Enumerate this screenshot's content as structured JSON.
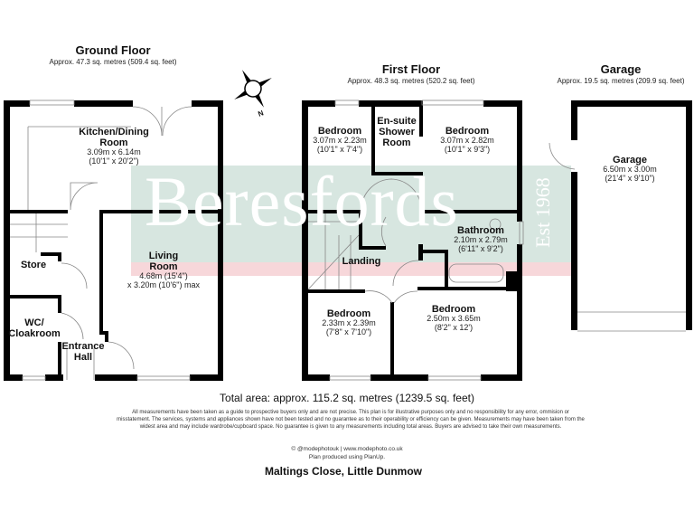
{
  "floors": [
    {
      "title": "Ground Floor",
      "area": "Approx. 47.3 sq. metres (509.4 sq. feet)"
    },
    {
      "title": "First Floor",
      "area": "Approx. 48.3 sq. metres (520.2 sq. feet)"
    },
    {
      "title": "Garage",
      "area": "Approx. 19.5 sq. metres (209.9 sq. feet)"
    }
  ],
  "rooms": {
    "kitchen": {
      "name1": "Kitchen/Dining",
      "name2": "Room",
      "dim1": "3.09m x 6.14m",
      "dim2": "(10'1\" x 20'2\")"
    },
    "living": {
      "name1": "Living",
      "name2": "Room",
      "dim1": "4.68m (15'4\")",
      "dim2": "x 3.20m (10'6\") max"
    },
    "store": {
      "name1": "Store"
    },
    "wc": {
      "name1": "WC/",
      "name2": "Cloakroom"
    },
    "hall": {
      "name1": "Entrance",
      "name2": "Hall"
    },
    "bed1": {
      "name1": "Bedroom",
      "dim1": "3.07m x 2.23m",
      "dim2": "(10'1\" x 7'4\")"
    },
    "ensuite": {
      "name1": "En-suite",
      "name2": "Shower",
      "name3": "Room"
    },
    "bed2": {
      "name1": "Bedroom",
      "dim1": "3.07m x 2.82m",
      "dim2": "(10'1\" x 9'3\")"
    },
    "bathroom": {
      "name1": "Bathroom",
      "dim1": "2.10m x 2.79m",
      "dim2": "(6'11\" x 9'2\")"
    },
    "landing": {
      "name1": "Landing"
    },
    "bed3": {
      "name1": "Bedroom",
      "dim1": "2.33m x 2.39m",
      "dim2": "(7'8\" x 7'10\")"
    },
    "bed4": {
      "name1": "Bedroom",
      "dim1": "2.50m x 3.65m",
      "dim2": "(8'2\" x 12')"
    },
    "garage": {
      "name1": "Garage",
      "dim1": "6.50m x 3.00m",
      "dim2": "(21'4\" x 9'10\")"
    }
  },
  "compass": {
    "label": "N"
  },
  "watermark": {
    "brand": "Beresfords",
    "est": "Est 1968"
  },
  "footer": {
    "total": "Total area: approx. 115.2 sq. metres (1239.5 sq. feet)",
    "disclaimer": "All measurements have been taken as a guide to prospective buyers only and are not precise. This plan is for illustrative purposes only and no responsibility for any error, ommision or misstatement. The services, systems and appliances shown have not been tested and no guarantee as to their operability or efficiency can be given. Measurements may have been taken from the widest area and may include wardrobe/cupboard space. No guarantee is given to any measurements including total areas. Buyers are advised to take their own measurements.",
    "credit": "© @modephotouk | www.modephoto.co.uk",
    "produced": "Plan produced using PlanUp.",
    "address": "Maltings Close, Little Dunmow"
  },
  "colors": {
    "wall": "#000000",
    "watermark_green": "#d7e6e0",
    "watermark_pink": "#f7d7da"
  }
}
